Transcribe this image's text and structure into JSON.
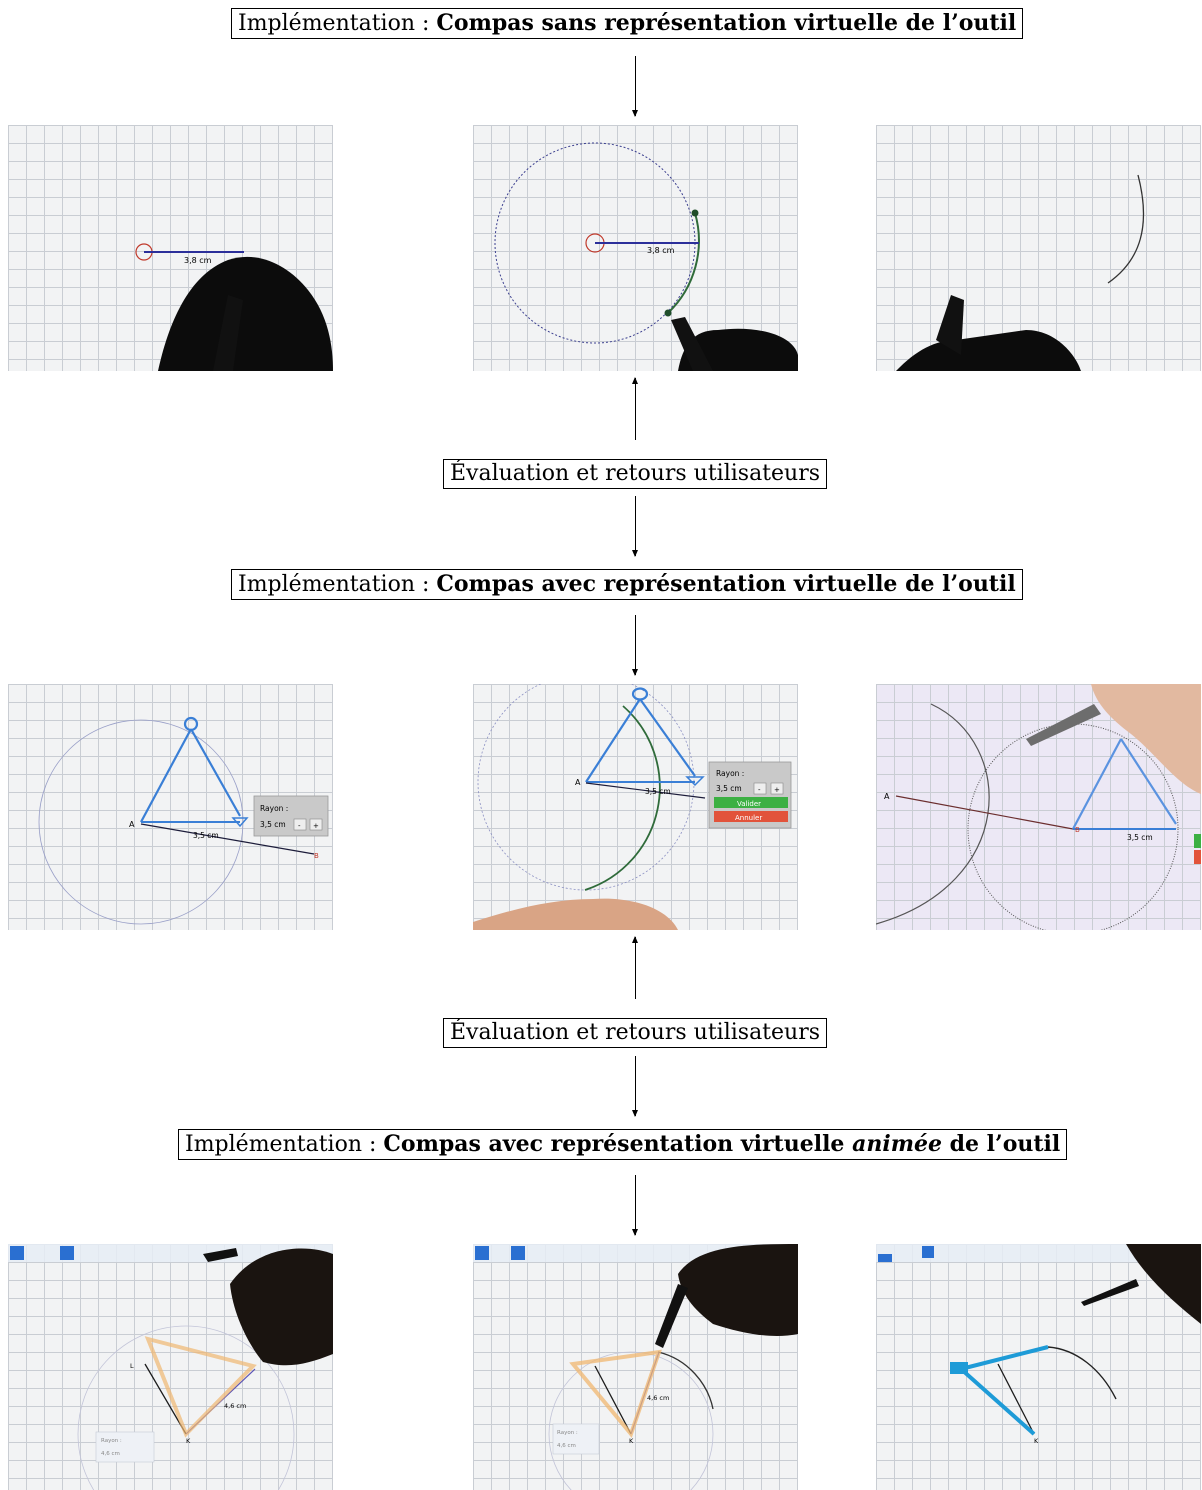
{
  "step1": {
    "prefix": "Implémentation : ",
    "title": "Compas sans représentation virtuelle de l’outil"
  },
  "eval1": {
    "label": "Évaluation et retours utilisateurs"
  },
  "step2": {
    "prefix": "Implémentation : ",
    "title": "Compas avec représentation virtuelle de l’outil"
  },
  "eval2": {
    "label": "Évaluation et retours utilisateurs"
  },
  "step3": {
    "prefix": "Implémentation : ",
    "title_a": "Compas avec représentation virtuelle ",
    "title_em": "animée",
    "title_b": " de l’outil"
  },
  "photos": {
    "row1": {
      "measure_a": "3,8 cm",
      "measure_b": "3,8 cm"
    },
    "row2": {
      "measure": "3,5 cm",
      "point_a": "A",
      "point_b": "B",
      "panel_title": "Rayon :",
      "panel_value": "3,5 cm",
      "minus": "-",
      "plus": "+",
      "validate": "Valider",
      "cancel": "Annuler"
    },
    "row3": {
      "measure": "4,6 cm",
      "point_k": "K",
      "point_l": "L",
      "panel_title": "Rayon :",
      "panel_value": "4,6 cm"
    }
  },
  "colors": {
    "blue_tool": "#3a7fd6",
    "radius_line": "#2b2f9a",
    "arc_green": "#2f6b3a",
    "cancel_red": "#e2533b",
    "validate_green": "#3cb043",
    "compass_orange": "#f0b770",
    "compass_cyan": "#1e9bd7"
  }
}
